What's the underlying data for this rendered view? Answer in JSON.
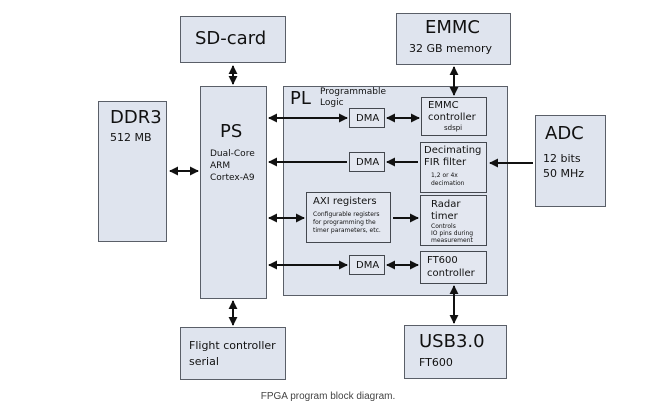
{
  "blocks": {
    "sdcard": {
      "title": "SD-card"
    },
    "emmc": {
      "title": "EMMC",
      "sub": "32 GB memory"
    },
    "ddr3": {
      "title": "DDR3",
      "sub": "512 MB"
    },
    "ps": {
      "title": "PS",
      "sub1": "Dual-Core",
      "sub2": "ARM",
      "sub3": "Cortex-A9"
    },
    "pl": {
      "title": "PL",
      "sub1": "Programmable",
      "sub2": "Logic"
    },
    "adc": {
      "title": "ADC",
      "sub1": "12 bits",
      "sub2": "50 MHz"
    },
    "flight": {
      "line1": "Flight controller",
      "line2": "serial"
    },
    "usb": {
      "title": "USB3.0",
      "sub": "FT600"
    },
    "dma1": {
      "label": "DMA"
    },
    "dma2": {
      "label": "DMA"
    },
    "dma3": {
      "label": "DMA"
    },
    "emmc_ctrl": {
      "line1": "EMMC",
      "line2": "controller",
      "sub": "sdspi"
    },
    "fir": {
      "line1": "Decimating",
      "line2": "FIR filter",
      "sub1": "1,2 or 4x",
      "sub2": "decimation"
    },
    "axi": {
      "title": "AXI registers",
      "sub1": "Configurable registers",
      "sub2": "for programming the",
      "sub3": "timer parameters, etc."
    },
    "radar": {
      "line1": "Radar",
      "line2": "timer",
      "sub1": "Controls",
      "sub2": "IO pins during",
      "sub3": "measurement"
    },
    "ft600_ctrl": {
      "line1": "FT600",
      "line2": "controller"
    }
  },
  "caption": "FPGA program block diagram."
}
